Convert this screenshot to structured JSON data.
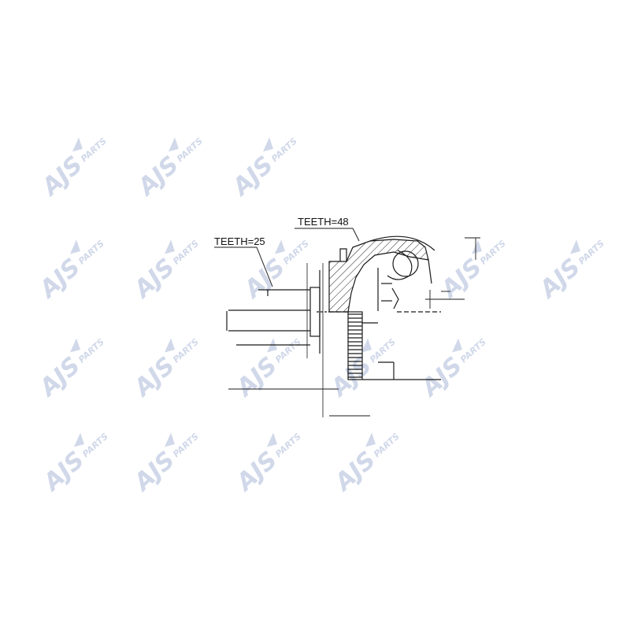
{
  "drawing": {
    "label_teeth_shaft": "TEETH=25",
    "label_teeth_ring": "TEETH=48",
    "line_color": "#1a1a1a",
    "hatch_color": "#222222"
  },
  "watermark": {
    "brand": "AJS",
    "suffix": "PARTS",
    "color": "#c8d1e6"
  }
}
